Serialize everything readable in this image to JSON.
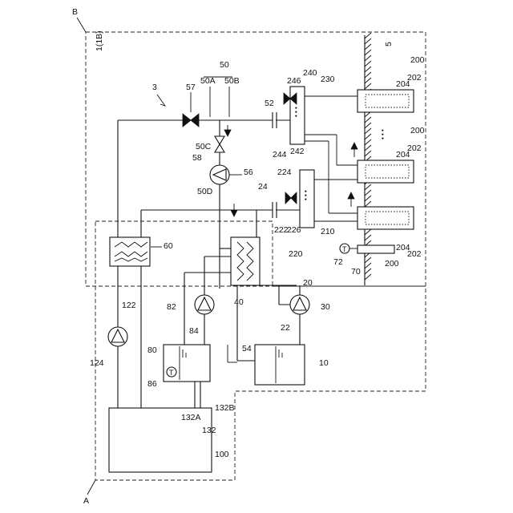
{
  "labels": {
    "region_a": "A",
    "region_b": "B",
    "system": "1(1B)",
    "ground": "5",
    "n3": "3",
    "n57": "57",
    "n50a": "50A",
    "n50": "50",
    "n50b": "50B",
    "n50c": "50C",
    "n52": "52",
    "n246": "246",
    "n240": "240",
    "n230": "230",
    "n204a": "204",
    "n202a": "202",
    "n200a": "200",
    "n244": "244",
    "n242": "242",
    "n58": "58",
    "n56": "56",
    "n224": "224",
    "n204b": "204",
    "n202b": "202",
    "n200b": "200",
    "n50d": "50D",
    "n24": "24",
    "n222": "222",
    "n226": "226",
    "n210": "210",
    "n220": "220",
    "n72": "72",
    "n70": "70",
    "n200c": "200",
    "n204c": "204",
    "n202c": "202",
    "n60": "60",
    "n40": "40",
    "n20": "20",
    "n122": "122",
    "n82": "82",
    "n84": "84",
    "n30": "30",
    "n124": "124",
    "n80": "80",
    "n22": "22",
    "n54": "54",
    "n10": "10",
    "n86": "86",
    "n132a": "132A",
    "n132b": "132B",
    "n132": "132",
    "n100": "100",
    "dots": "• • •",
    "temp_t": "T"
  }
}
